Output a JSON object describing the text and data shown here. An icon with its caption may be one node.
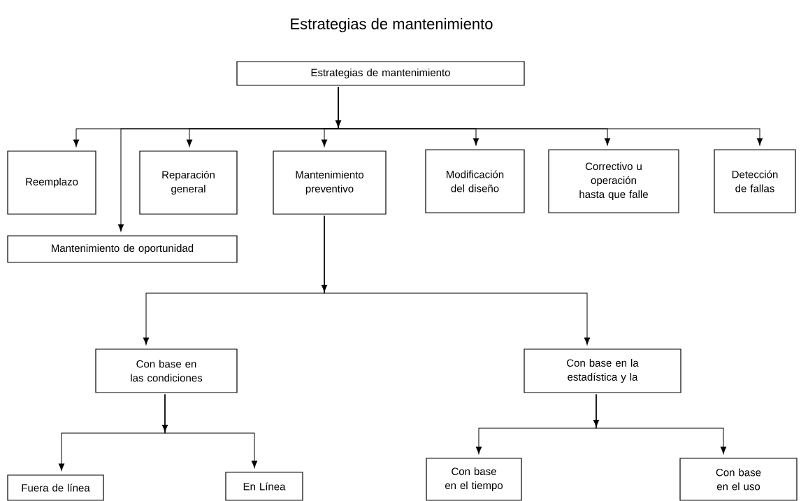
{
  "diagram": {
    "title": "Estrategias de mantenimiento",
    "nodes": [
      {
        "text": [
          "Estrategias de mantenimiento"
        ]
      },
      {
        "text": [
          "Reemplazo"
        ]
      },
      {
        "text": [
          "Mantenimiento de oportunidad"
        ]
      },
      {
        "text": [
          "Reparación general"
        ]
      },
      {
        "text": [
          "Mantenimiento preventivo"
        ]
      },
      {
        "text": [
          "Modificación del diseño"
        ]
      },
      {
        "text": [
          "Correctivo u operación hasta que falle"
        ]
      },
      {
        "text": [
          "Detección de fallas"
        ]
      },
      {
        "text": [
          "Con base en las condiciones"
        ]
      },
      {
        "text": [
          "Con base en la estadística y la"
        ]
      },
      {
        "text": [
          "Fuera de línea"
        ]
      },
      {
        "text": [
          "En Línea"
        ]
      },
      {
        "text": [
          "Con base en el tiempo"
        ]
      },
      {
        "text": [
          "Con base en el uso"
        ]
      }
    ],
    "edges": [
      {
        "from": 0,
        "to": 1,
        "arrow": "to"
      },
      {
        "from": 0,
        "to": 2,
        "arrow": "to"
      },
      {
        "from": 0,
        "to": 3,
        "arrow": "to"
      },
      {
        "from": 0,
        "to": 4,
        "arrow": "to"
      },
      {
        "from": 0,
        "to": 5,
        "arrow": "to"
      },
      {
        "from": 0,
        "to": 6,
        "arrow": "to"
      },
      {
        "from": 0,
        "to": 7,
        "arrow": "to"
      },
      {
        "from": 4,
        "to": 8,
        "arrow": "to"
      },
      {
        "from": 4,
        "to": 9,
        "arrow": "to"
      },
      {
        "from": 8,
        "to": 10,
        "arrow": "to"
      },
      {
        "from": 8,
        "to": 11,
        "arrow": "to"
      },
      {
        "from": 9,
        "to": 12,
        "arrow": "to"
      },
      {
        "from": 9,
        "to": 13,
        "arrow": "to"
      }
    ]
  }
}
